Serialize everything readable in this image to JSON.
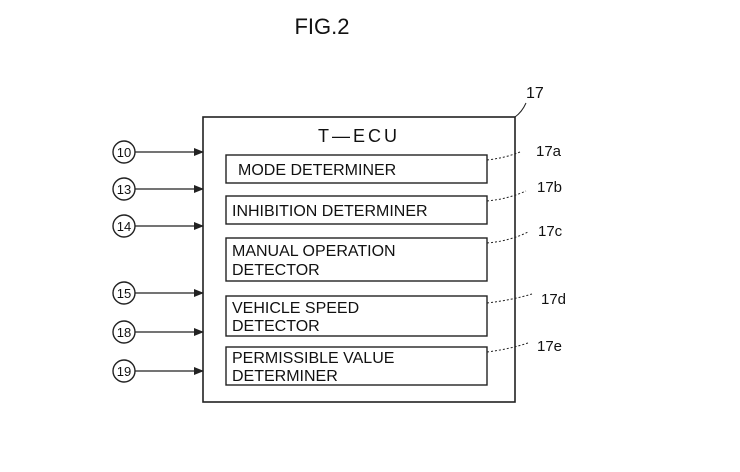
{
  "figure_label": "FIG.2",
  "ecu": {
    "ref": "17",
    "title": "T—ECU"
  },
  "inputs": [
    {
      "label": "10"
    },
    {
      "label": "13"
    },
    {
      "label": "14"
    },
    {
      "label": "15"
    },
    {
      "label": "18"
    },
    {
      "label": "19"
    }
  ],
  "blocks": [
    {
      "ref": "17a",
      "lines": [
        "MODE DETERMINER"
      ]
    },
    {
      "ref": "17b",
      "lines": [
        "INHIBITION DETERMINER"
      ]
    },
    {
      "ref": "17c",
      "lines": [
        "MANUAL OPERATION",
        "DETECTOR"
      ]
    },
    {
      "ref": "17d",
      "lines": [
        "VEHICLE SPEED",
        "DETECTOR"
      ]
    },
    {
      "ref": "17e",
      "lines": [
        "PERMISSIBLE VALUE",
        "DETERMINER"
      ]
    }
  ]
}
